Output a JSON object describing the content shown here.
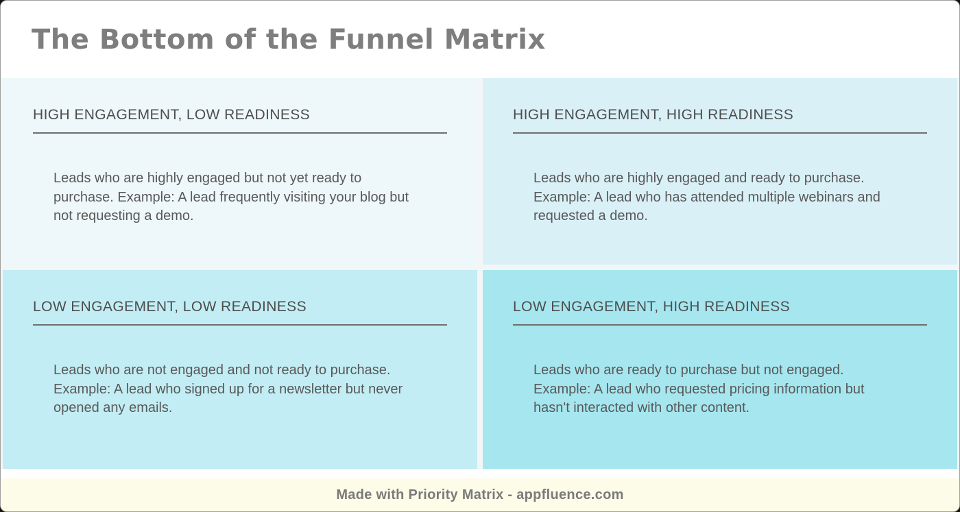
{
  "page": {
    "title": "The Bottom of the Funnel Matrix"
  },
  "matrix": {
    "quadrants": [
      {
        "title": "HIGH ENGAGEMENT, LOW READINESS",
        "description": "Leads who are highly engaged but not yet ready to purchase. Example: A lead frequently visiting your blog but not requesting a demo.",
        "bg": "#eef7fa"
      },
      {
        "title": "HIGH ENGAGEMENT, HIGH READINESS",
        "description": "Leads who are highly engaged and ready to purchase. Example: A lead who has attended multiple webinars and requested a demo.",
        "bg": "#d9f0f7"
      },
      {
        "title": "LOW ENGAGEMENT, LOW READINESS",
        "description": "Leads who are not engaged and not ready to purchase. Example: A lead who signed up for a newsletter but never opened any emails.",
        "bg": "#c2edf4"
      },
      {
        "title": "LOW ENGAGEMENT, HIGH READINESS",
        "description": "Leads who are ready to purchase but not engaged. Example: A lead who requested pricing information but hasn't interacted with other content.",
        "bg": "#a5e6ef"
      }
    ]
  },
  "footer": {
    "credit": "Made with Priority Matrix - appfluence.com"
  },
  "colors": {
    "title_text": "#7e7e7e",
    "quadrant_title_text": "#4d4d4d",
    "quadrant_body_text": "#595959",
    "underline": "#6f6f6f",
    "gap": "#f3f6f7",
    "footer_bg": "#fcfce8",
    "footer_text": "#7a7a7a"
  }
}
